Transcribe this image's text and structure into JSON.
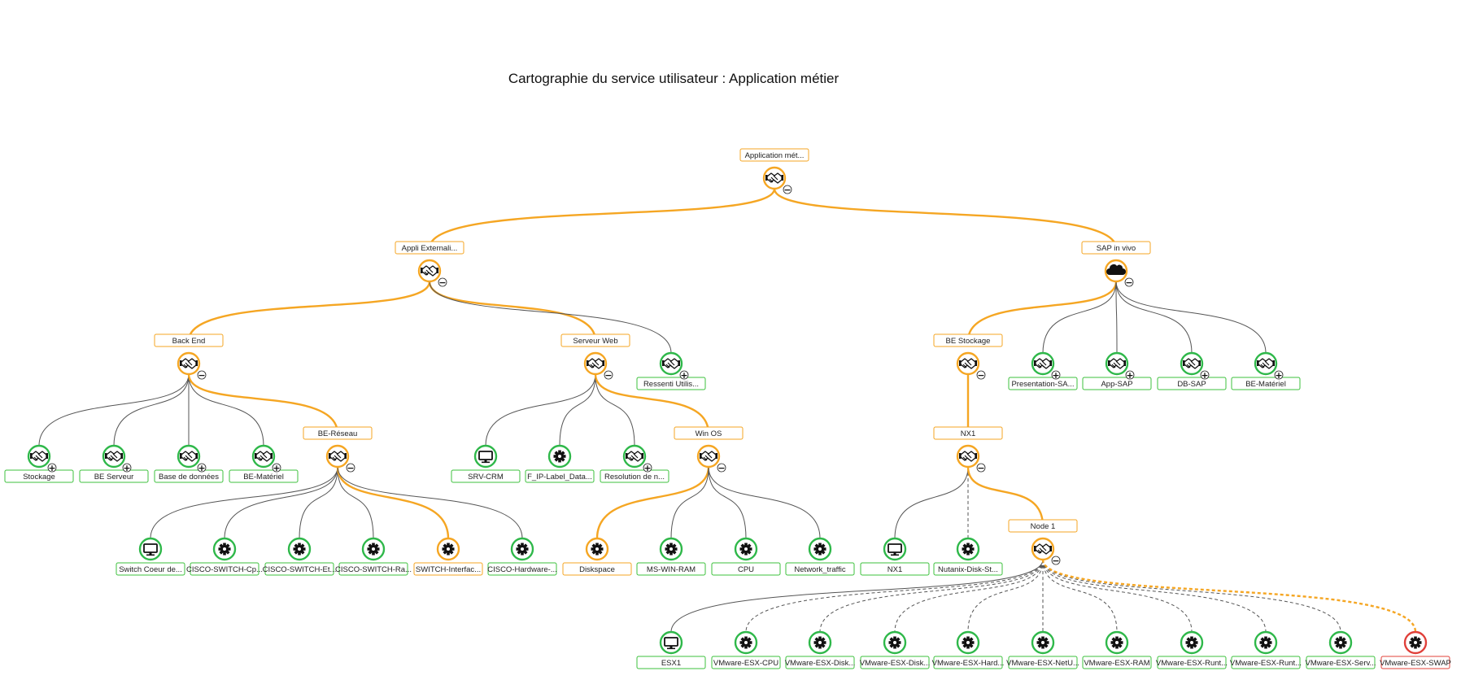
{
  "title": "Cartographie du service utilisateur : Application métier",
  "colors": {
    "ok": "#2fb84a",
    "warning": "#f5a623",
    "critical": "#e0403a"
  },
  "nodes": [
    {
      "id": "root",
      "label": "Application mét...",
      "icon": "handshake-icon",
      "status": "warning",
      "toggle": "-"
    },
    {
      "id": "appext",
      "label": "Appli Externali...",
      "icon": "handshake-icon",
      "status": "warning",
      "toggle": "-"
    },
    {
      "id": "sap",
      "label": "SAP in vivo",
      "icon": "cloud-icon",
      "status": "warning",
      "toggle": "-"
    },
    {
      "id": "backend",
      "label": "Back End",
      "icon": "handshake-icon",
      "status": "warning",
      "toggle": "-"
    },
    {
      "id": "serveurweb",
      "label": "Serveur Web",
      "icon": "handshake-icon",
      "status": "warning",
      "toggle": "-"
    },
    {
      "id": "ressenti",
      "label": "Ressenti Utilis...",
      "icon": "handshake-icon",
      "status": "ok",
      "toggle": "+"
    },
    {
      "id": "bestockage",
      "label": "BE Stockage",
      "icon": "handshake-icon",
      "status": "warning",
      "toggle": "-"
    },
    {
      "id": "presentation",
      "label": "Presentation-SA...",
      "icon": "handshake-icon",
      "status": "ok",
      "toggle": "+"
    },
    {
      "id": "appsap",
      "label": "App-SAP",
      "icon": "handshake-icon",
      "status": "ok",
      "toggle": "+"
    },
    {
      "id": "dbsap",
      "label": "DB-SAP",
      "icon": "handshake-icon",
      "status": "ok",
      "toggle": "+"
    },
    {
      "id": "bematsap",
      "label": "BE-Matériel",
      "icon": "handshake-icon",
      "status": "ok",
      "toggle": "+"
    },
    {
      "id": "stockage",
      "label": "Stockage",
      "icon": "handshake-icon",
      "status": "ok",
      "toggle": "+"
    },
    {
      "id": "beserveur",
      "label": "BE Serveur",
      "icon": "handshake-icon",
      "status": "ok",
      "toggle": "+"
    },
    {
      "id": "basedonnees",
      "label": "Base de données",
      "icon": "handshake-icon",
      "status": "ok",
      "toggle": "+"
    },
    {
      "id": "bemateriel",
      "label": "BE-Matériel",
      "icon": "handshake-icon",
      "status": "ok",
      "toggle": "+"
    },
    {
      "id": "bereseau",
      "label": "BE-Réseau",
      "icon": "handshake-icon",
      "status": "warning",
      "toggle": "-"
    },
    {
      "id": "srvcrm",
      "label": "SRV-CRM",
      "icon": "monitor-icon",
      "status": "ok",
      "toggle": ""
    },
    {
      "id": "fiplabel",
      "label": "F_IP-Label_Data...",
      "icon": "gear-icon",
      "status": "ok",
      "toggle": ""
    },
    {
      "id": "resolution",
      "label": "Resolution de n...",
      "icon": "handshake-icon",
      "status": "ok",
      "toggle": "+"
    },
    {
      "id": "winos",
      "label": "Win OS",
      "icon": "handshake-icon",
      "status": "warning",
      "toggle": "-"
    },
    {
      "id": "nx1",
      "label": "NX1",
      "icon": "handshake-icon",
      "status": "warning",
      "toggle": "-"
    },
    {
      "id": "switchcoeur",
      "label": "Switch Coeur de...",
      "icon": "monitor-icon",
      "status": "ok",
      "toggle": ""
    },
    {
      "id": "ciscocp",
      "label": "CISCO-SWITCH-Cp...",
      "icon": "gear-icon",
      "status": "ok",
      "toggle": ""
    },
    {
      "id": "ciscoet",
      "label": "CISCO-SWITCH-Et...",
      "icon": "gear-icon",
      "status": "ok",
      "toggle": ""
    },
    {
      "id": "ciscora",
      "label": "CISCO-SWITCH-Ra...",
      "icon": "gear-icon",
      "status": "ok",
      "toggle": ""
    },
    {
      "id": "switchinterf",
      "label": "SWITCH-Interfac...",
      "icon": "gear-icon",
      "status": "warning",
      "toggle": ""
    },
    {
      "id": "ciscohw",
      "label": "CISCO-Hardware-...",
      "icon": "gear-icon",
      "status": "ok",
      "toggle": ""
    },
    {
      "id": "diskspace",
      "label": "Diskspace",
      "icon": "gear-icon",
      "status": "warning",
      "toggle": ""
    },
    {
      "id": "mswinram",
      "label": "MS-WIN-RAM",
      "icon": "gear-icon",
      "status": "ok",
      "toggle": ""
    },
    {
      "id": "cpu",
      "label": "CPU",
      "icon": "gear-icon",
      "status": "ok",
      "toggle": ""
    },
    {
      "id": "nettraffic",
      "label": "Network_traffic",
      "icon": "gear-icon",
      "status": "ok",
      "toggle": ""
    },
    {
      "id": "nx1host",
      "label": "NX1",
      "icon": "monitor-icon",
      "status": "ok",
      "toggle": ""
    },
    {
      "id": "nutanixdisk",
      "label": "Nutanix-Disk-St...",
      "icon": "gear-icon",
      "status": "ok",
      "toggle": ""
    },
    {
      "id": "node1",
      "label": "Node 1",
      "icon": "handshake-icon",
      "status": "warning",
      "toggle": "-"
    },
    {
      "id": "esx1",
      "label": "ESX1",
      "icon": "monitor-icon",
      "status": "ok",
      "toggle": ""
    },
    {
      "id": "vmcpu",
      "label": "VMware-ESX-CPU",
      "icon": "gear-icon",
      "status": "ok",
      "toggle": ""
    },
    {
      "id": "vmdisk1",
      "label": "VMware-ESX-Disk...",
      "icon": "gear-icon",
      "status": "ok",
      "toggle": ""
    },
    {
      "id": "vmdisk2",
      "label": "VMware-ESX-Disk...",
      "icon": "gear-icon",
      "status": "ok",
      "toggle": ""
    },
    {
      "id": "vmhard",
      "label": "VMware-ESX-Hard...",
      "icon": "gear-icon",
      "status": "ok",
      "toggle": ""
    },
    {
      "id": "vmnet",
      "label": "VMware-ESX-NetU...",
      "icon": "gear-icon",
      "status": "ok",
      "toggle": ""
    },
    {
      "id": "vmram",
      "label": "VMware-ESX-RAM",
      "icon": "gear-icon",
      "status": "ok",
      "toggle": ""
    },
    {
      "id": "vmrunt1",
      "label": "VMware-ESX-Runt...",
      "icon": "gear-icon",
      "status": "ok",
      "toggle": ""
    },
    {
      "id": "vmrunt2",
      "label": "VMware-ESX-Runt...",
      "icon": "gear-icon",
      "status": "ok",
      "toggle": ""
    },
    {
      "id": "vmserv",
      "label": "VMware-ESX-Serv...",
      "icon": "gear-icon",
      "status": "ok",
      "toggle": ""
    },
    {
      "id": "vmswap",
      "label": "VMware-ESX-SWAP",
      "icon": "gear-icon",
      "status": "critical",
      "toggle": ""
    }
  ],
  "edges": [
    {
      "from": "root",
      "to": "appext",
      "style": "warning"
    },
    {
      "from": "root",
      "to": "sap",
      "style": "warning"
    },
    {
      "from": "appext",
      "to": "backend",
      "style": "warning"
    },
    {
      "from": "appext",
      "to": "serveurweb",
      "style": "warning"
    },
    {
      "from": "appext",
      "to": "ressenti",
      "style": "normal"
    },
    {
      "from": "sap",
      "to": "bestockage",
      "style": "warning"
    },
    {
      "from": "sap",
      "to": "presentation",
      "style": "normal"
    },
    {
      "from": "sap",
      "to": "appsap",
      "style": "normal"
    },
    {
      "from": "sap",
      "to": "dbsap",
      "style": "normal"
    },
    {
      "from": "sap",
      "to": "bematsap",
      "style": "normal"
    },
    {
      "from": "backend",
      "to": "stockage",
      "style": "normal"
    },
    {
      "from": "backend",
      "to": "beserveur",
      "style": "normal"
    },
    {
      "from": "backend",
      "to": "basedonnees",
      "style": "normal"
    },
    {
      "from": "backend",
      "to": "bemateriel",
      "style": "normal"
    },
    {
      "from": "backend",
      "to": "bereseau",
      "style": "warning"
    },
    {
      "from": "serveurweb",
      "to": "srvcrm",
      "style": "normal"
    },
    {
      "from": "serveurweb",
      "to": "fiplabel",
      "style": "normal"
    },
    {
      "from": "serveurweb",
      "to": "resolution",
      "style": "normal"
    },
    {
      "from": "serveurweb",
      "to": "winos",
      "style": "warning"
    },
    {
      "from": "bestockage",
      "to": "nx1",
      "style": "warning"
    },
    {
      "from": "bereseau",
      "to": "switchcoeur",
      "style": "normal"
    },
    {
      "from": "bereseau",
      "to": "ciscocp",
      "style": "normal"
    },
    {
      "from": "bereseau",
      "to": "ciscoet",
      "style": "normal"
    },
    {
      "from": "bereseau",
      "to": "ciscora",
      "style": "normal"
    },
    {
      "from": "bereseau",
      "to": "switchinterf",
      "style": "warning"
    },
    {
      "from": "bereseau",
      "to": "ciscohw",
      "style": "normal"
    },
    {
      "from": "winos",
      "to": "diskspace",
      "style": "warning"
    },
    {
      "from": "winos",
      "to": "mswinram",
      "style": "normal"
    },
    {
      "from": "winos",
      "to": "cpu",
      "style": "normal"
    },
    {
      "from": "winos",
      "to": "nettraffic",
      "style": "normal"
    },
    {
      "from": "nx1",
      "to": "nx1host",
      "style": "normal"
    },
    {
      "from": "nx1",
      "to": "nutanixdisk",
      "style": "dashed"
    },
    {
      "from": "nx1",
      "to": "node1",
      "style": "warning"
    },
    {
      "from": "node1",
      "to": "esx1",
      "style": "normal"
    },
    {
      "from": "node1",
      "to": "vmcpu",
      "style": "dashed"
    },
    {
      "from": "node1",
      "to": "vmdisk1",
      "style": "dashed"
    },
    {
      "from": "node1",
      "to": "vmdisk2",
      "style": "dashed"
    },
    {
      "from": "node1",
      "to": "vmhard",
      "style": "dashed"
    },
    {
      "from": "node1",
      "to": "vmnet",
      "style": "dashed"
    },
    {
      "from": "node1",
      "to": "vmram",
      "style": "dashed"
    },
    {
      "from": "node1",
      "to": "vmrunt1",
      "style": "dashed"
    },
    {
      "from": "node1",
      "to": "vmrunt2",
      "style": "dashed"
    },
    {
      "from": "node1",
      "to": "vmserv",
      "style": "dashed"
    },
    {
      "from": "node1",
      "to": "vmswap",
      "style": "dashed-warning"
    }
  ]
}
